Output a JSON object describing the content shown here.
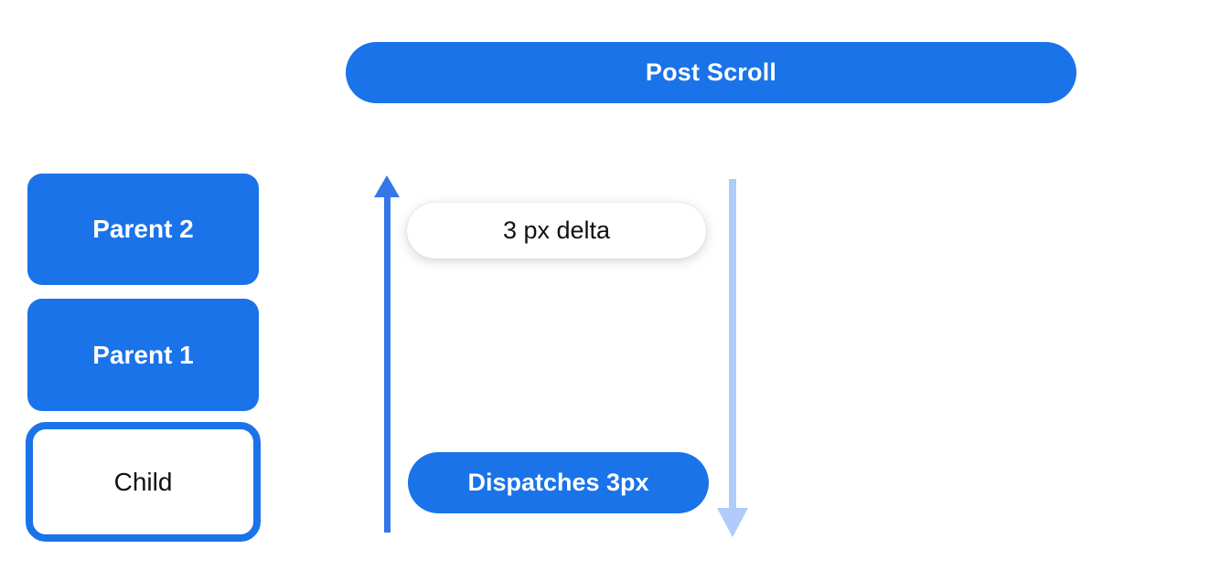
{
  "diagram": {
    "title_pill": {
      "label": "Post Scroll"
    },
    "stack": {
      "items": [
        {
          "label": "Parent 2",
          "variant": "blue-filled"
        },
        {
          "label": "Parent 1",
          "variant": "blue-filled"
        },
        {
          "label": "Child",
          "variant": "white-outlined"
        }
      ]
    },
    "flow": {
      "delta_pill": {
        "label": "3 px delta"
      },
      "dispatch_pill": {
        "label": "Dispatches 3px"
      },
      "up_arrow": {
        "direction": "up",
        "style": "solid"
      },
      "down_arrow": {
        "direction": "down",
        "style": "light"
      }
    },
    "colors": {
      "primary_blue": "#1a73e8",
      "arrow_blue": "#3577e9",
      "light_blue": "#aecbfa",
      "background": "#ffffff",
      "dark_text": "#111111"
    }
  }
}
